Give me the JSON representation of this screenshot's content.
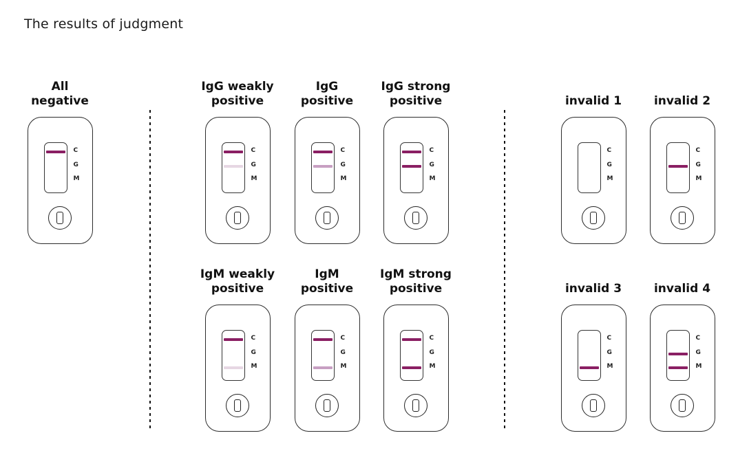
{
  "title": "The results of judgment",
  "letters": [
    "C",
    "G",
    "M"
  ],
  "colors": {
    "line_strong": "#8a1f63",
    "line_medium": "#c79fc2",
    "line_weak": "#e6d7e3",
    "cassette_border": "#2b2b2b",
    "text": "#111111",
    "background": "#ffffff"
  },
  "cells": [
    {
      "label": [
        "All",
        "negative"
      ],
      "lines": {
        "C": "strong",
        "G": "none",
        "M": "none"
      }
    },
    {
      "label": [
        "IgG weakly",
        "positive"
      ],
      "lines": {
        "C": "strong",
        "G": "weak",
        "M": "none"
      }
    },
    {
      "label": [
        "IgG",
        "positive"
      ],
      "lines": {
        "C": "strong",
        "G": "medium",
        "M": "none"
      }
    },
    {
      "label": [
        "IgG strong",
        "positive"
      ],
      "lines": {
        "C": "strong",
        "G": "strong",
        "M": "none"
      }
    },
    {
      "label": [
        "invalid 1"
      ],
      "lines": {
        "C": "none",
        "G": "none",
        "M": "none"
      }
    },
    {
      "label": [
        "invalid 2"
      ],
      "lines": {
        "C": "none",
        "G": "strong",
        "M": "none"
      }
    },
    {
      "label": [
        "IgM weakly",
        "positive"
      ],
      "lines": {
        "C": "strong",
        "G": "none",
        "M": "weak"
      }
    },
    {
      "label": [
        "IgM",
        "positive"
      ],
      "lines": {
        "C": "strong",
        "G": "none",
        "M": "medium"
      }
    },
    {
      "label": [
        "IgM strong",
        "positive"
      ],
      "lines": {
        "C": "strong",
        "G": "none",
        "M": "strong"
      }
    },
    {
      "label": [
        "invalid 3"
      ],
      "lines": {
        "C": "none",
        "G": "none",
        "M": "strong"
      }
    },
    {
      "label": [
        "invalid 4"
      ],
      "lines": {
        "C": "none",
        "G": "strong",
        "M": "strong"
      }
    }
  ]
}
